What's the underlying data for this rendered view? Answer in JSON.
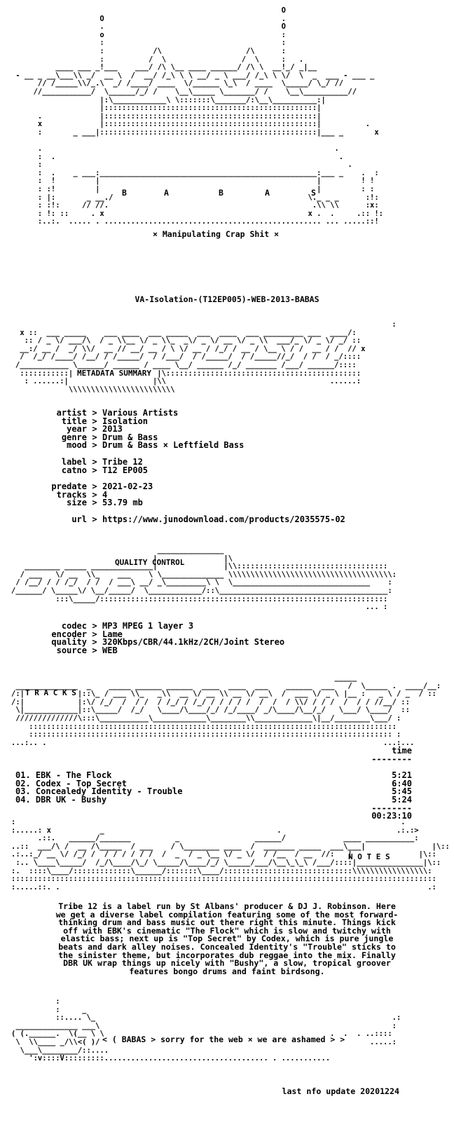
{
  "header": {
    "letters": [
      "B",
      "A",
      "B",
      "A",
      "S"
    ],
    "tagline": "× Manipulating Crap Shit ×"
  },
  "release": {
    "name": "VA-Isolation-(T12EP005)-WEB-2013-BABAS"
  },
  "metadata_summary": {
    "heading": "METADATA SUMMARY",
    "separator": ">",
    "groups": [
      [
        {
          "key": "artist",
          "value": "Various Artists"
        },
        {
          "key": "title",
          "value": "Isolation"
        },
        {
          "key": "year",
          "value": "2013"
        },
        {
          "key": "genre",
          "value": "Drum & Bass"
        },
        {
          "key": "mood",
          "value": "Drum & Bass × Leftfield Bass"
        }
      ],
      [
        {
          "key": "label",
          "value": "Tribe 12"
        },
        {
          "key": "catno",
          "value": "T12 EP005"
        }
      ],
      [
        {
          "key": "predate",
          "value": "2021-02-23"
        },
        {
          "key": "tracks",
          "value": "4"
        },
        {
          "key": "size",
          "value": "53.79 mb"
        }
      ],
      [
        {
          "key": "url",
          "value": "https://www.junodownload.com/products/2035575-02"
        }
      ]
    ]
  },
  "quality_control": {
    "heading": "QUALITY CONTROL",
    "items": [
      {
        "key": "codec",
        "value": "MP3 MPEG 1 layer 3"
      },
      {
        "key": "encoder",
        "value": "Lame"
      },
      {
        "key": "quality",
        "value": "320Kbps/CBR/44.1kHz/2CH/Joint Stereo"
      },
      {
        "key": "source",
        "value": "WEB"
      }
    ]
  },
  "tracks_section": {
    "heading": "T R A C K S",
    "time_header": "time",
    "rule": "--------",
    "list": [
      {
        "num": "01.",
        "title": "EBK - The Flock",
        "time": "5:21"
      },
      {
        "num": "02.",
        "title": "Codex - Top Secret",
        "time": "6:40"
      },
      {
        "num": "03.",
        "title": "Concealedy Identity - Trouble",
        "time": "5:45"
      },
      {
        "num": "04.",
        "title": "DBR UK - Bushy",
        "time": "5:24"
      }
    ],
    "total": "00:23:10"
  },
  "notes": {
    "heading": "N O T E S",
    "text": "Tribe 12 is a label run by St Albans' producer & DJ J. Robinson. Here\nwe get a diverse label compilation featuring some of the most forward-\nthinking drum and bass music out there right this minute. Things kick\noff with EBK's cinematic \"The Flock\" which is slow and twitchy with\nelastic bass; next up is \"Top Secret\" by Codex, which is pure jungle\nbeats and dark alley noises. Concealed Identity's \"Trouble\" sticks to\nthe sinister theme, but incorporates dub reggae into the mix. Finally\nDBR UK wrap things up nicely with \"Bushy\", a slow, tropical groover\nfeatures bongo drums and faint birdsong."
  },
  "footer": {
    "message": "< ( BABAS > sorry for the web × we are ashamed > >",
    "update": "last nfo update 20201224"
  }
}
